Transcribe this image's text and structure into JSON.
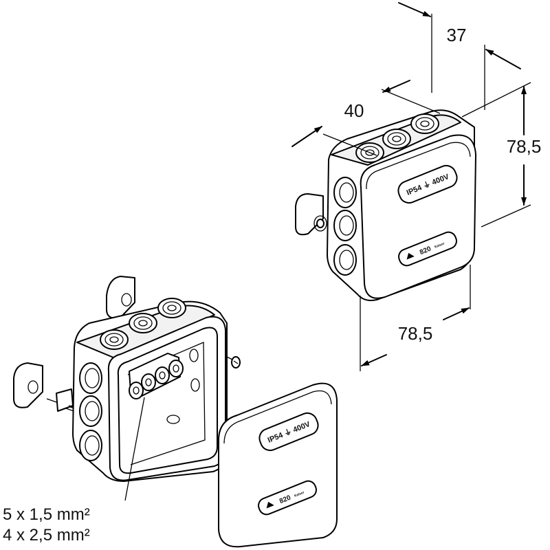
{
  "dimensions": {
    "depth_top": "37",
    "depth_side": "40",
    "height": "78,5",
    "width": "78,5"
  },
  "terminal_note": {
    "line1": "5 x 1,5 mm²",
    "line2": "4 x 2,5 mm²"
  },
  "lid_label": {
    "rating": "IP54 ⏚ 400V",
    "model": "820",
    "brand": "Kaiser"
  }
}
